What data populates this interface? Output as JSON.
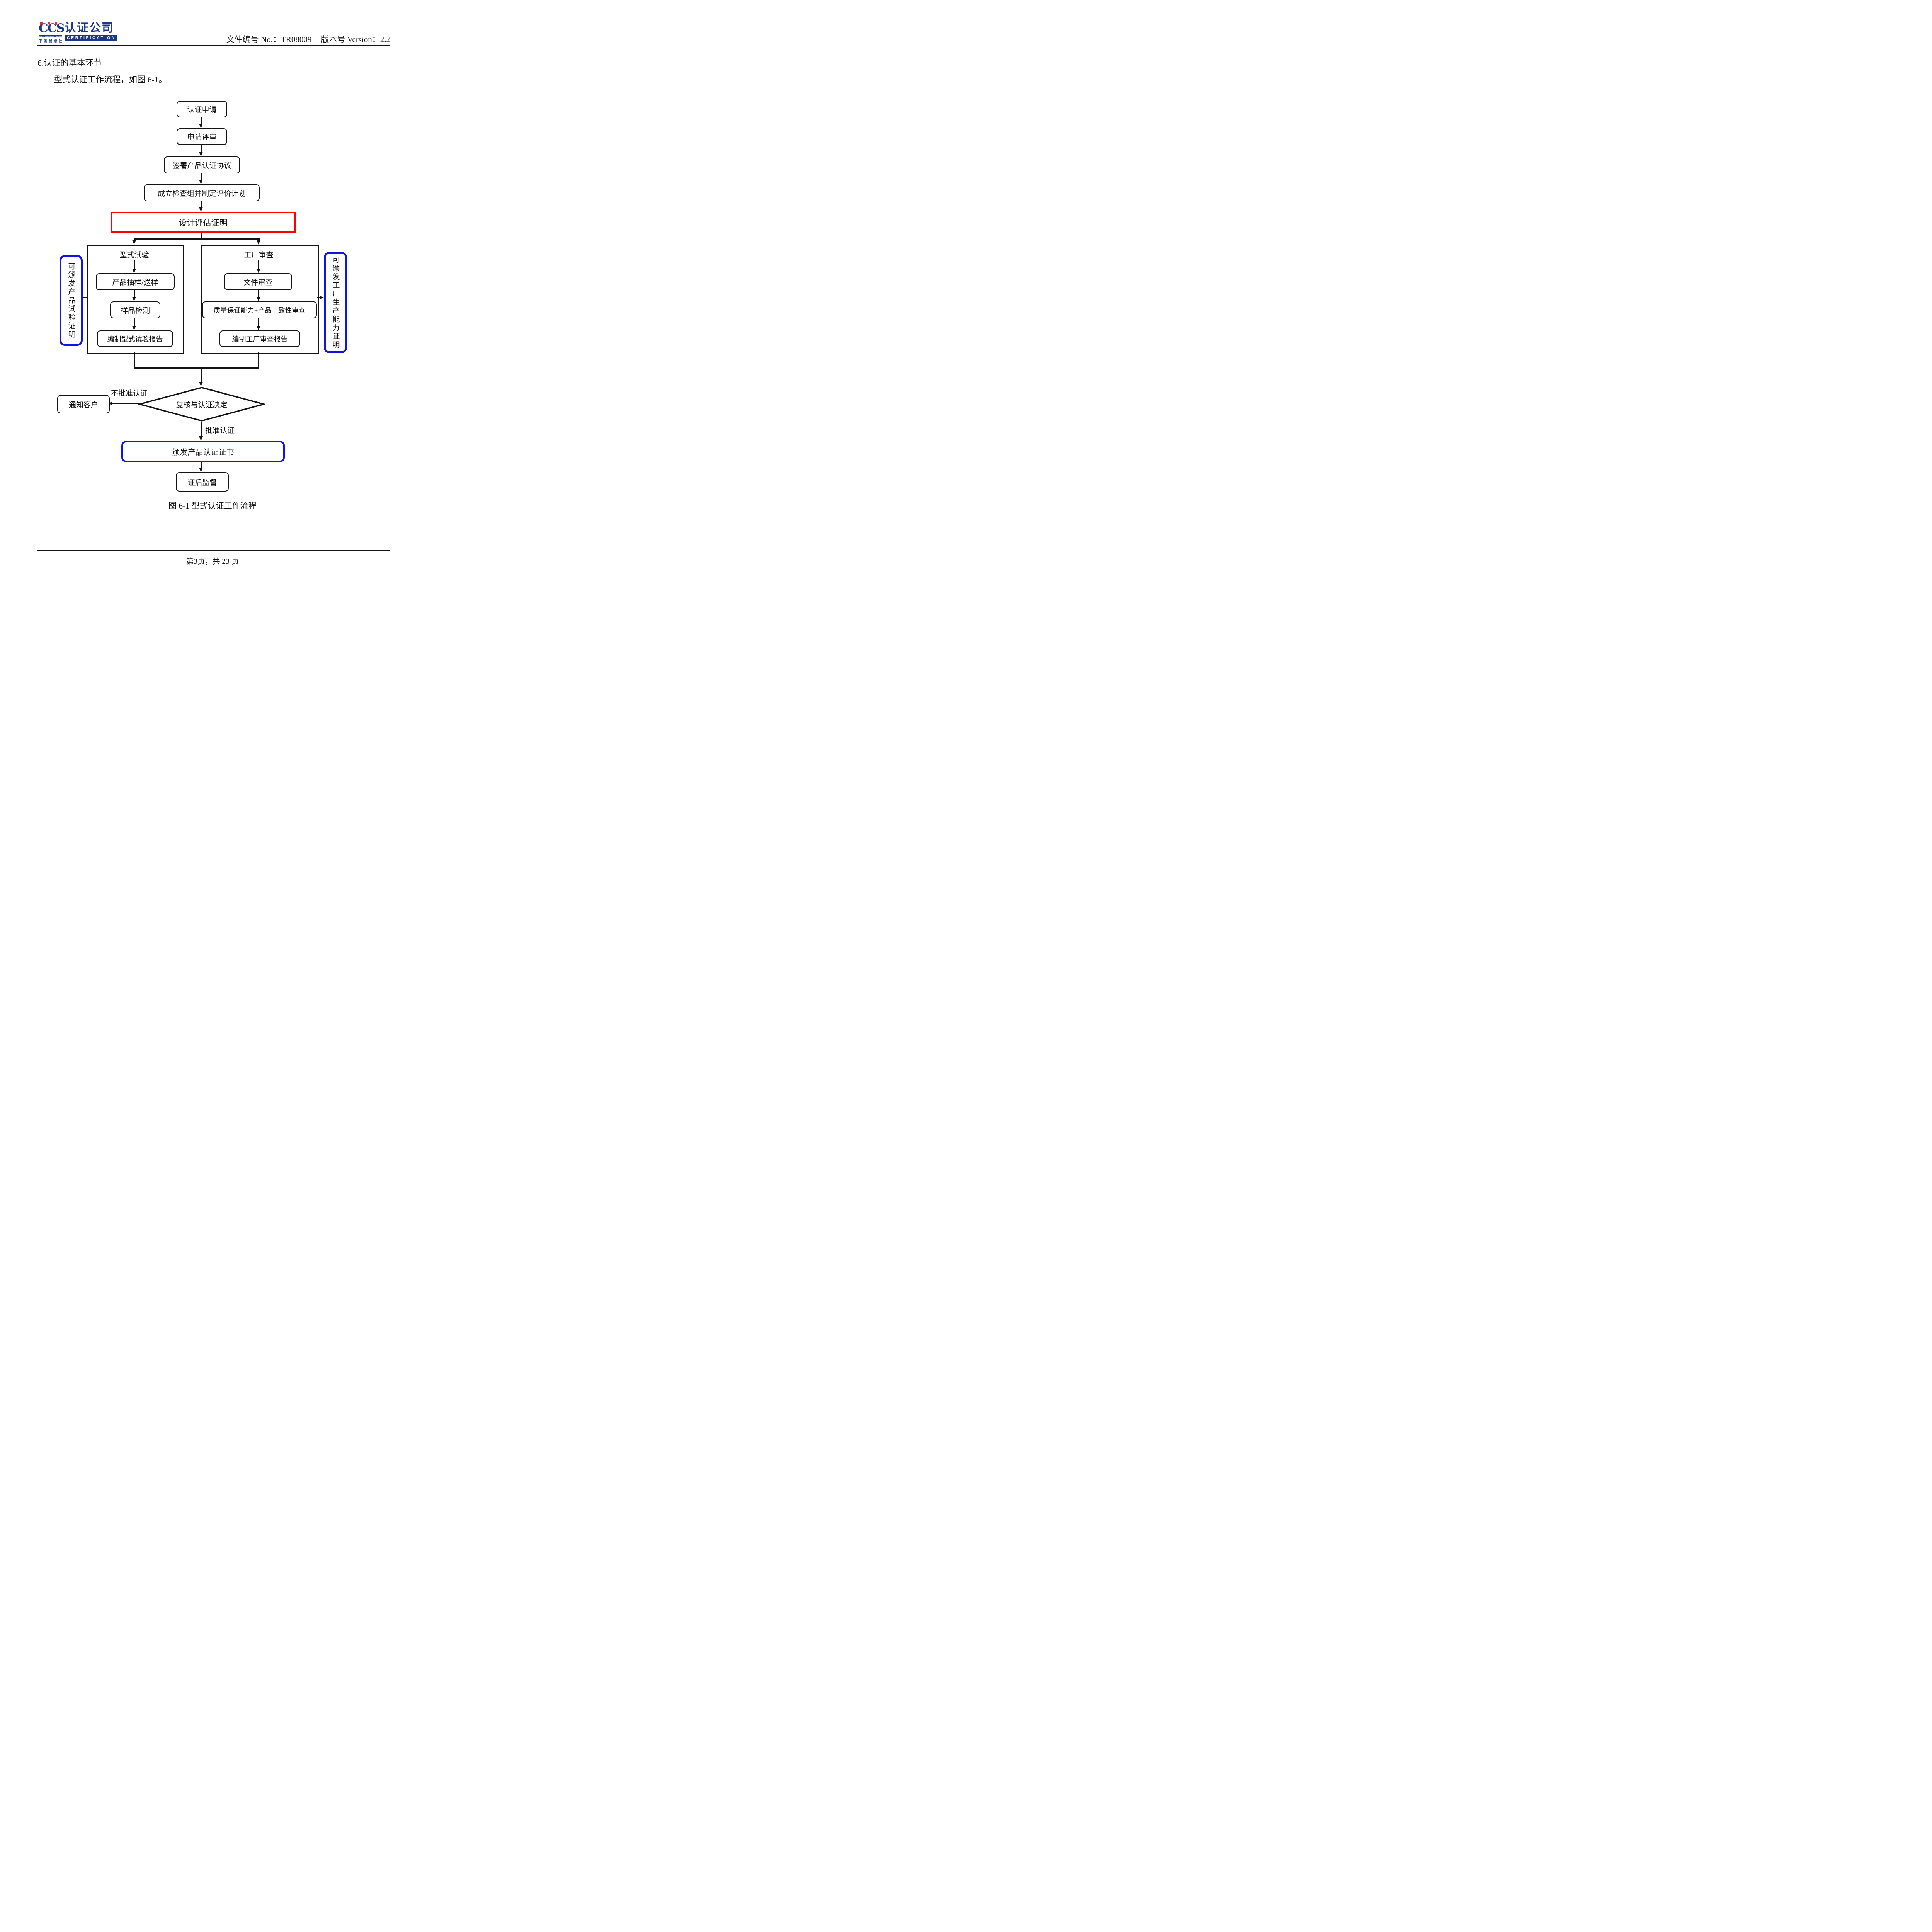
{
  "header": {
    "logo": {
      "ccs": "CCS",
      "society_en": "CHINA CLASSIFICATION SOCIETY",
      "society_cn": "中国船级社",
      "company_cn": "认证公司",
      "certification_en": "CERTIFICATION"
    },
    "doc_no": "文件编号 No.：TR08009",
    "version": "版本号 Version：2.2"
  },
  "section": {
    "heading": "6.认证的基本环节",
    "intro": "型式认证工作流程，如图 6-1。"
  },
  "flowchart": {
    "nodes": {
      "apply": "认证申请",
      "review": "申请评审",
      "sign": "签署产品认证协议",
      "team": "成立检查组并制定评价计划",
      "design_eval": "设计评估证明",
      "type_test_title": "型式试验",
      "sampling": "产品抽样/送样",
      "sample_test": "样品检测",
      "type_test_report": "编制型式试验报告",
      "factory_audit_title": "工厂审查",
      "doc_review": "文件审查",
      "qa_review": "质量保证能力+产品一致性审查",
      "factory_report": "编制工厂审查报告",
      "product_cert_side": "可颁发产品试验证明",
      "factory_cert_side": "可颁发工厂生产能力证明",
      "decision": "复核与认证决定",
      "notify": "通知客户",
      "issue_cert": "颁发产品认证证书",
      "post_cert": "证后监督"
    },
    "edge_labels": {
      "reject": "不批准认证",
      "approve": "批准认证"
    },
    "caption": "图 6-1 型式认证工作流程"
  },
  "footer": {
    "page_info": "第3页，共 23 页"
  },
  "colors": {
    "brand_navy": "#17388c",
    "brand_red": "#e72b2e",
    "red_box": "#fb0006",
    "blue_box": "#1113e0"
  }
}
